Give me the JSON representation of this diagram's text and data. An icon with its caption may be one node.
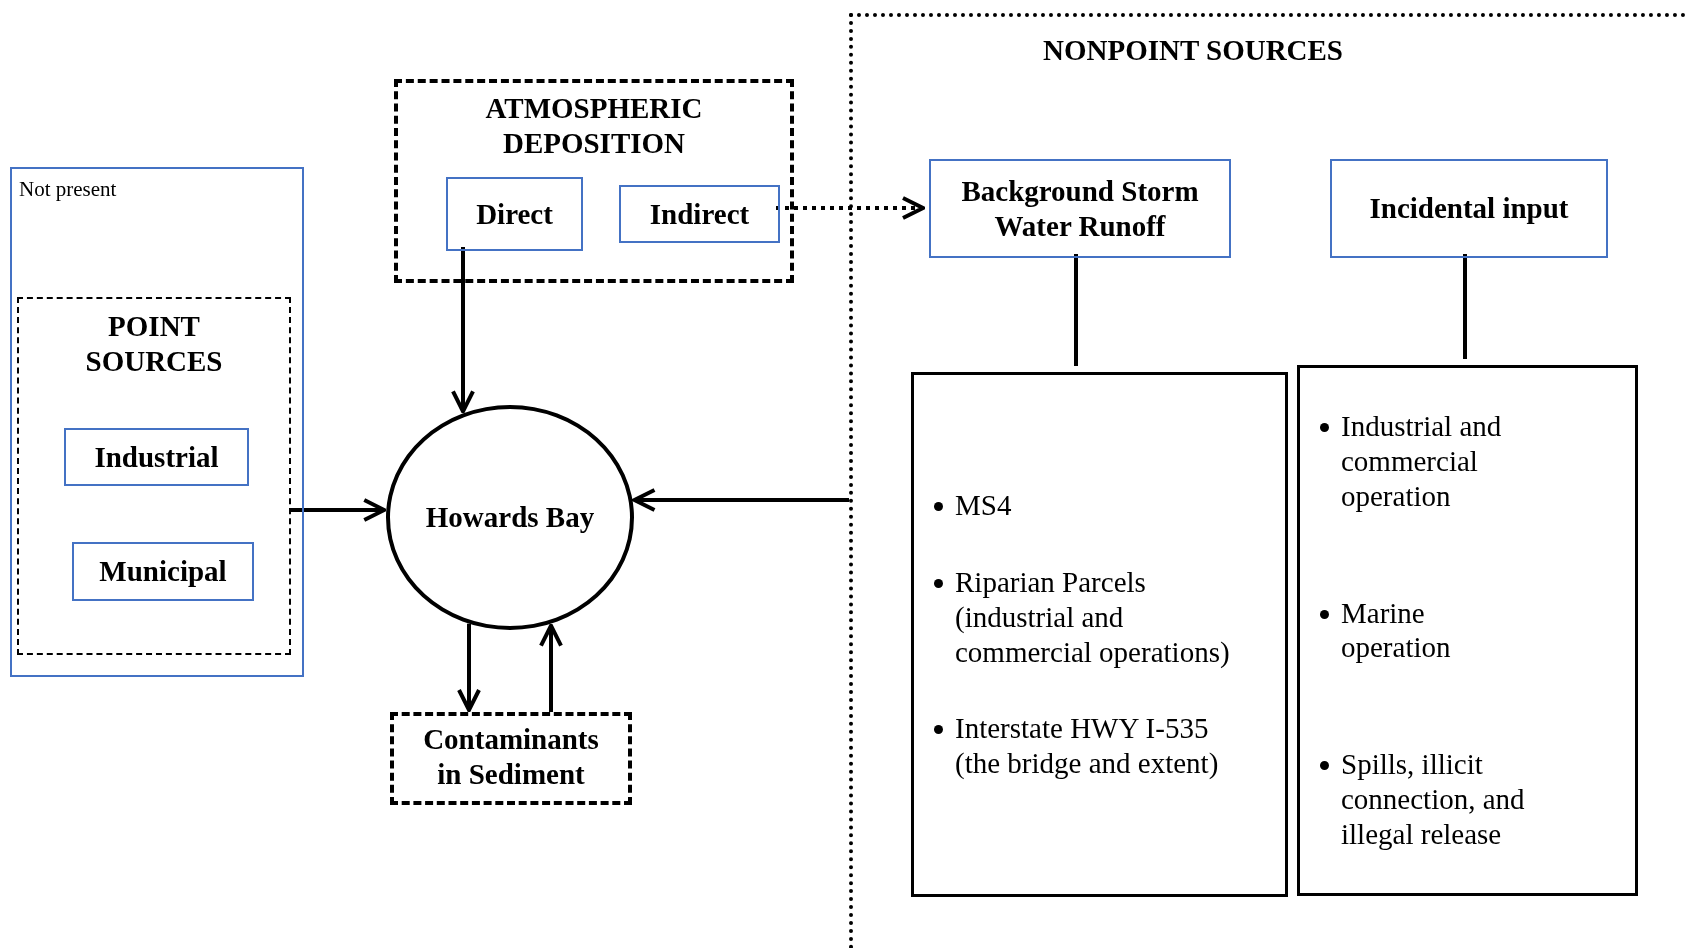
{
  "diagram": {
    "nodes": [
      {
        "text": [
          "Not present"
        ]
      },
      {
        "text": [
          "POINT SOURCES"
        ],
        "in": 0
      },
      {
        "text": [
          "Industrial"
        ],
        "in": 1
      },
      {
        "text": [
          "Municipal"
        ],
        "in": 1
      },
      {
        "text": [
          "ATMOSPHERIC DEPOSITION"
        ]
      },
      {
        "text": [
          "Direct"
        ],
        "in": 4
      },
      {
        "text": [
          "Indirect"
        ],
        "in": 4
      },
      {
        "text": [
          "Howards Bay"
        ]
      },
      {
        "text": [
          "Contaminants in Sediment"
        ]
      },
      {
        "text": [
          "NONPOINT SOURCES"
        ]
      },
      {
        "text": [
          "Background Storm Water Runoff"
        ],
        "in": 9
      },
      {
        "text": [
          "Incidental input"
        ],
        "in": 9
      },
      {
        "text": [
          "MS4",
          "Riparian Parcels (industrial and commercial operations)",
          "Interstate HWY I-535 (the bridge and extent)"
        ],
        "in": 9
      },
      {
        "text": [
          "Industrial and commercial operation",
          "Marine operation",
          "Spills, illicit connection, and illegal release"
        ],
        "in": 9
      }
    ],
    "edges": [
      {
        "from": 1,
        "to": 7,
        "arrow": "to"
      },
      {
        "from": 5,
        "to": 7,
        "arrow": "to"
      },
      {
        "from": 6,
        "to": 10,
        "arrow": "to",
        "style": "dashed"
      },
      {
        "from": 7,
        "to": 8,
        "arrow": "to"
      },
      {
        "from": 8,
        "to": 7,
        "arrow": "to"
      },
      {
        "from": 9,
        "to": 7,
        "arrow": "to"
      },
      {
        "from": 10,
        "to": 12,
        "arrow": "none"
      },
      {
        "from": 11,
        "to": 13,
        "arrow": "none"
      }
    ]
  }
}
